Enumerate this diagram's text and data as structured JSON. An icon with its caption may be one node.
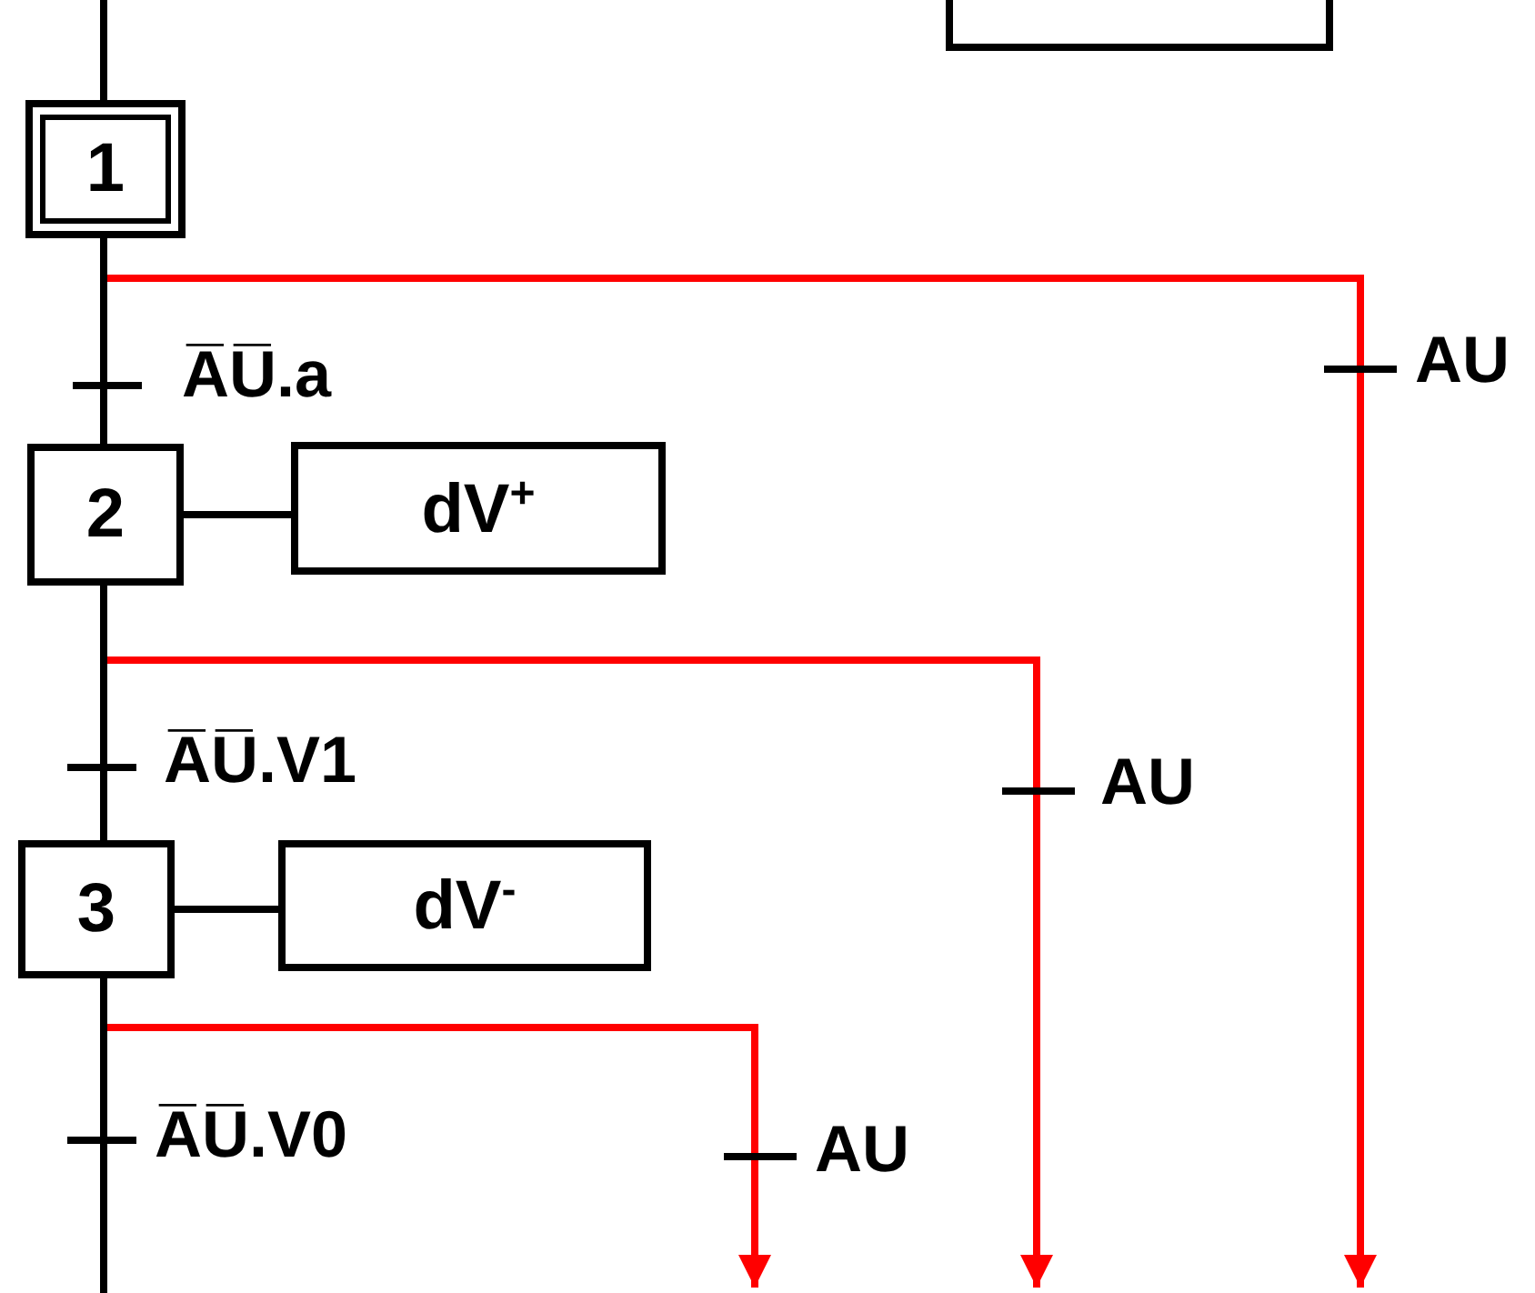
{
  "diagram": {
    "nodes": [
      {
        "text": [],
        "shape": "box"
      },
      {
        "text": [
          "1"
        ]
      },
      {
        "text": [
          "2"
        ]
      },
      {
        "text": [
          "dV$^{+}$"
        ]
      },
      {
        "text": [
          "3"
        ]
      },
      {
        "text": [
          "dV$^{-}$"
        ]
      }
    ],
    "edges": [
      {
        "from": null,
        "to": 1,
        "arrow": "none"
      },
      {
        "from": 1,
        "to": 2,
        "arrow": "none",
        "label": "A̅U̅.a"
      },
      {
        "from": 2,
        "to": 3,
        "arrow": "none"
      },
      {
        "from": 2,
        "to": 4,
        "arrow": "none",
        "label": "A̅U̅.V1"
      },
      {
        "from": 4,
        "to": 5,
        "arrow": "none"
      },
      {
        "from": 4,
        "to": null,
        "arrow": "none",
        "label": "A̅U̅.V0"
      },
      {
        "from": 1,
        "to": null,
        "arrow": "to",
        "color": "#ff0000",
        "label": "AU"
      },
      {
        "from": 2,
        "to": null,
        "arrow": "to",
        "color": "#ff0000",
        "label": "AU"
      },
      {
        "from": 4,
        "to": null,
        "arrow": "to",
        "color": "#ff0000",
        "label": "AU"
      }
    ]
  }
}
